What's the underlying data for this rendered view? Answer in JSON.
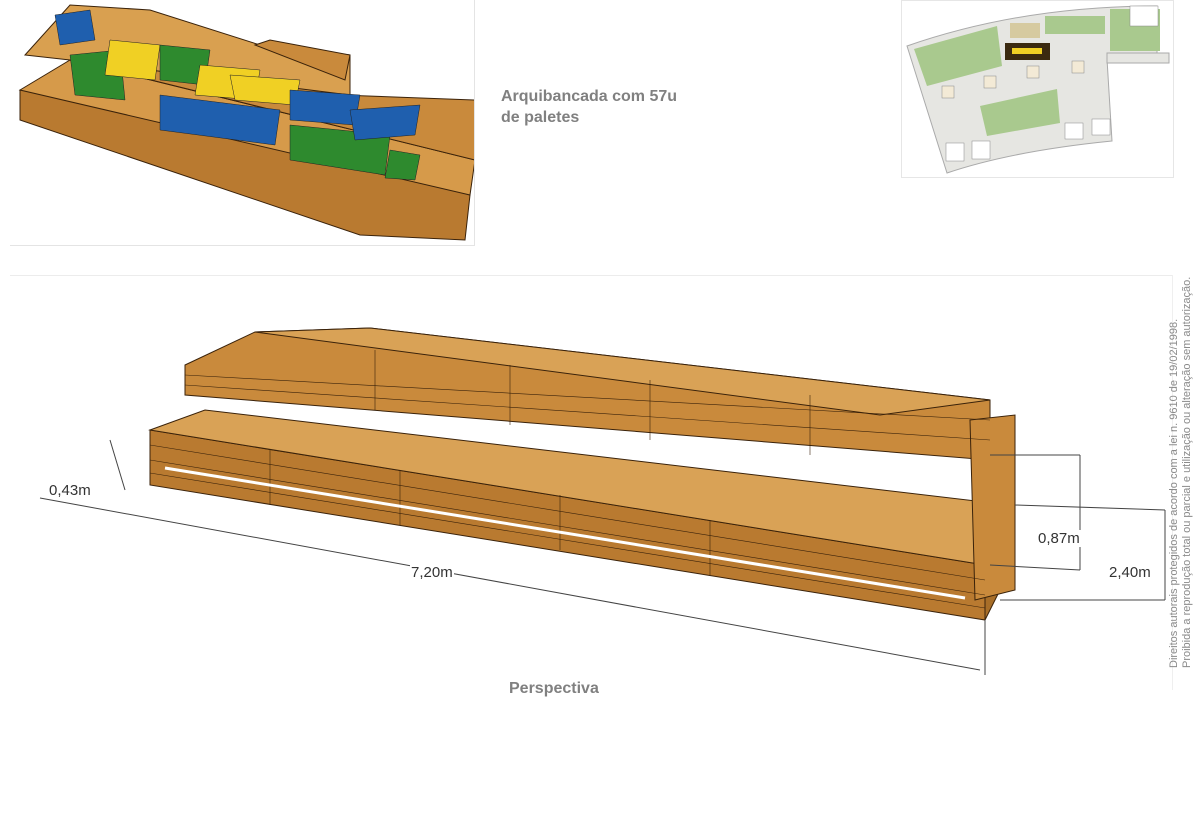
{
  "caption": {
    "line1": "Arquibancada com 57u",
    "line2": "de paletes"
  },
  "perspective": {
    "label": "Perspectiva",
    "dimensions": {
      "step_height": "0,43m",
      "length": "7,20m",
      "depth_step": "0,87m",
      "total_depth": "2,40m"
    }
  },
  "copyright": {
    "line1": "Direitos autorais protegidos de acordo com a lei n. 9610 de 19/02/1998.",
    "line2": "Proibida a reprodução total ou parcial e utilização ou alteração sem autorização."
  },
  "colors": {
    "wood": "#c98a3c",
    "wood_dark": "#6b4318",
    "cushion_blue": "#1f5fae",
    "cushion_yellow": "#f0d024",
    "cushion_green": "#2e8a2e",
    "plan_green": "#a9c98e"
  }
}
